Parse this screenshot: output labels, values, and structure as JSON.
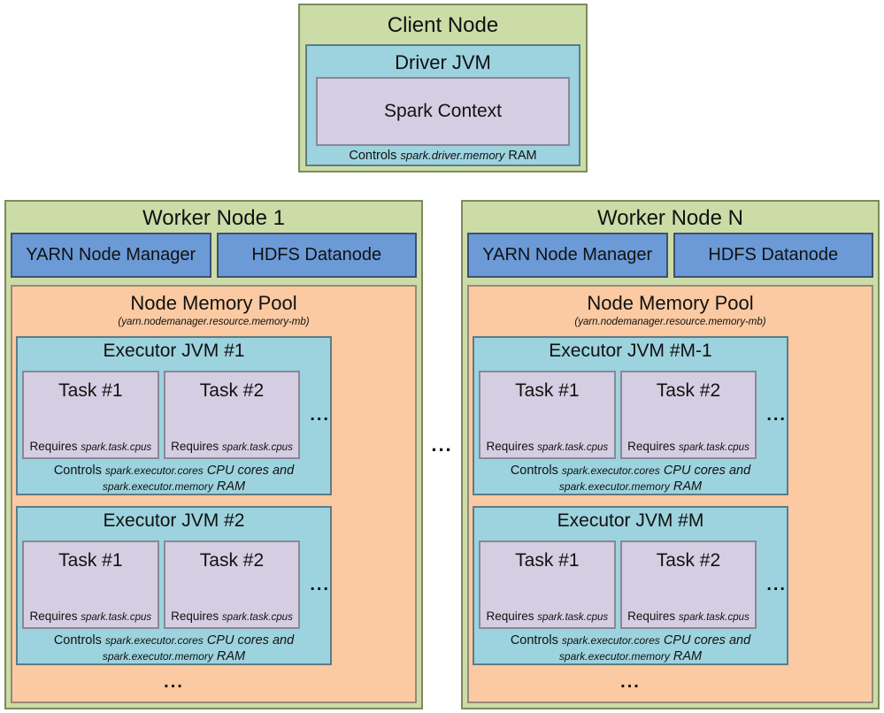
{
  "colors": {
    "node_green_fill": "#cbdca7",
    "node_green_border": "#7d8a5c",
    "jvm_cyan_fill": "#9cd3de",
    "jvm_cyan_border": "#5d7c86",
    "task_purple_fill": "#d5cee2",
    "task_purple_border": "#8b8797",
    "service_blue_fill": "#6b9ad7",
    "service_blue_border": "#3f4e73",
    "pool_orange_fill": "#fbcaa2",
    "pool_orange_border": "#96897a"
  },
  "diagram": {
    "client_node": {
      "title": "Client Node",
      "driver_jvm": {
        "title": "Driver JVM",
        "spark_context": {
          "title": "Spark Context"
        },
        "caption": {
          "controls_label": "Controls",
          "memory_property": "spark.driver.memory",
          "memory_text": "RAM"
        }
      }
    },
    "workers_ellipsis": "...",
    "workers": [
      {
        "title": "Worker Node 1",
        "services": [
          {
            "label": "YARN Node Manager"
          },
          {
            "label": "HDFS Datanode"
          }
        ],
        "memory_pool": {
          "title": "Node Memory Pool",
          "subtitle": "(yarn.nodemanager.resource.memory-mb)",
          "executors": [
            {
              "title": "Executor JVM #1",
              "tasks": [
                {
                  "title": "Task #1",
                  "requires_label": "Requires",
                  "requires_property": "spark.task.cpus"
                },
                {
                  "title": "Task #2",
                  "requires_label": "Requires",
                  "requires_property": "spark.task.cpus"
                }
              ],
              "tasks_ellipsis": "...",
              "caption": {
                "controls_label": "Controls",
                "cores_property": "spark.executor.cores",
                "cores_text": "CPU cores and",
                "memory_property": "spark.executor.memory",
                "memory_text": "RAM"
              }
            },
            {
              "title": "Executor JVM #2",
              "tasks": [
                {
                  "title": "Task #1",
                  "requires_label": "Requires",
                  "requires_property": "spark.task.cpus"
                },
                {
                  "title": "Task #2",
                  "requires_label": "Requires",
                  "requires_property": "spark.task.cpus"
                }
              ],
              "tasks_ellipsis": "...",
              "caption": {
                "controls_label": "Controls",
                "cores_property": "spark.executor.cores",
                "cores_text": "CPU cores and",
                "memory_property": "spark.executor.memory",
                "memory_text": "RAM"
              }
            }
          ],
          "executors_ellipsis": "..."
        }
      },
      {
        "title": "Worker Node N",
        "services": [
          {
            "label": "YARN Node Manager"
          },
          {
            "label": "HDFS Datanode"
          }
        ],
        "memory_pool": {
          "title": "Node Memory Pool",
          "subtitle": "(yarn.nodemanager.resource.memory-mb)",
          "executors": [
            {
              "title": "Executor JVM #M-1",
              "tasks": [
                {
                  "title": "Task #1",
                  "requires_label": "Requires",
                  "requires_property": "spark.task.cpus"
                },
                {
                  "title": "Task #2",
                  "requires_label": "Requires",
                  "requires_property": "spark.task.cpus"
                }
              ],
              "tasks_ellipsis": "...",
              "caption": {
                "controls_label": "Controls",
                "cores_property": "spark.executor.cores",
                "cores_text": "CPU cores and",
                "memory_property": "spark.executor.memory",
                "memory_text": "RAM"
              }
            },
            {
              "title": "Executor JVM #M",
              "tasks": [
                {
                  "title": "Task #1",
                  "requires_label": "Requires",
                  "requires_property": "spark.task.cpus"
                },
                {
                  "title": "Task #2",
                  "requires_label": "Requires",
                  "requires_property": "spark.task.cpus"
                }
              ],
              "tasks_ellipsis": "...",
              "caption": {
                "controls_label": "Controls",
                "cores_property": "spark.executor.cores",
                "cores_text": "CPU cores and",
                "memory_property": "spark.executor.memory",
                "memory_text": "RAM"
              }
            }
          ],
          "executors_ellipsis": "..."
        }
      }
    ]
  }
}
